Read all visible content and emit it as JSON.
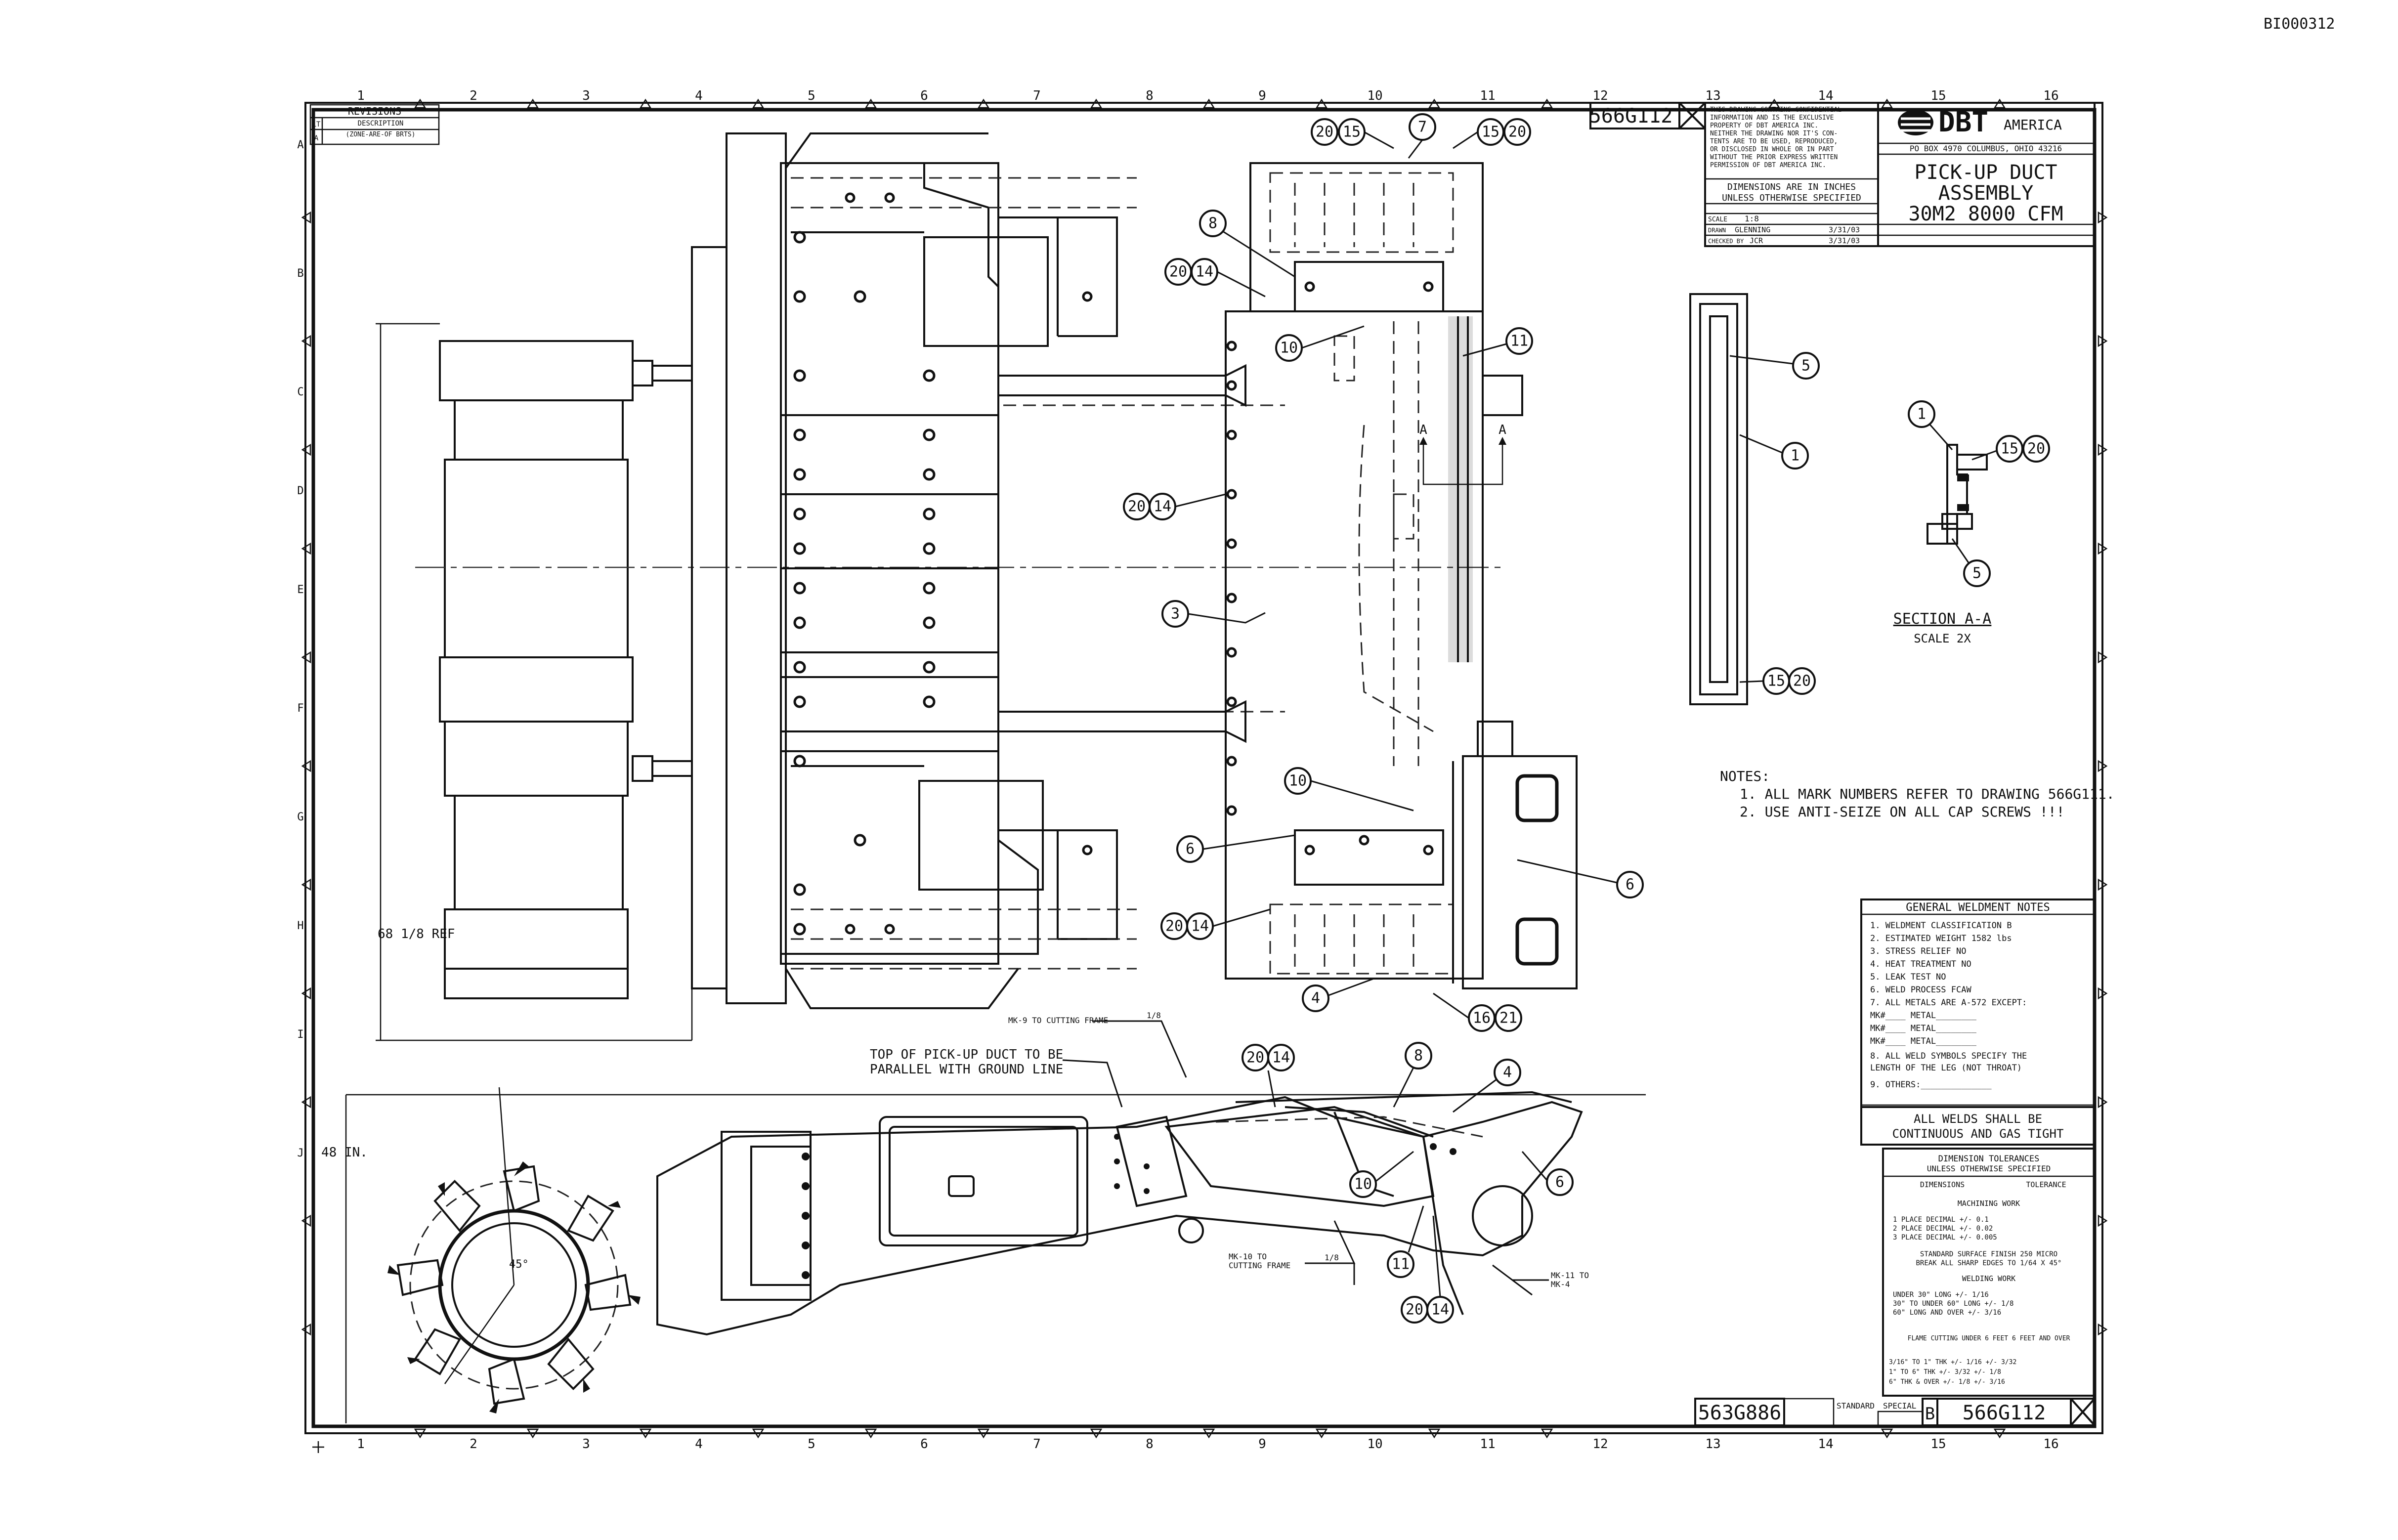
{
  "doc_id": "BI000312",
  "revisions": {
    "title": "REVISIONS",
    "col_lt": "LT",
    "col_desc": "DESCRIPTION",
    "col_sub": "(ZONE-ARE-OF BRTS)",
    "row_mark": "A"
  },
  "grid": {
    "top_columns": [
      "1",
      "2",
      "3",
      "4",
      "5",
      "6",
      "7",
      "8",
      "9",
      "10",
      "11",
      "12",
      "13",
      "14",
      "15",
      "16"
    ],
    "side_rows": [
      "A",
      "B",
      "C",
      "D",
      "E",
      "F",
      "G",
      "H",
      "I",
      "J"
    ]
  },
  "title_block": {
    "top_number": "566G112",
    "proprietary_note": [
      "THIS DRAWING CONTAINS CONFIDENTIAL",
      "INFORMATION AND IS THE EXCLUSIVE",
      "PROPERTY OF DBT AMERICA INC.",
      "NEITHER THE DRAWING NOR IT'S CON-",
      "TENTS ARE TO BE USED, REPRODUCED,",
      "OR DISCLOSED IN WHOLE OR IN PART",
      "WITHOUT THE PRIOR EXPRESS WRITTEN",
      "PERMISSION OF DBT AMERICA INC."
    ],
    "dimensions_note": [
      "DIMENSIONS ARE IN INCHES",
      "UNLESS OTHERWISE SPECIFIED"
    ],
    "scale_label": "SCALE",
    "scale_value": "1:8",
    "drawn_label": "DRAWN",
    "drawn_value": "GLENNING",
    "date_value": "3/31/03",
    "checked_label": "CHECKED BY",
    "checked_value": "JCR",
    "approved_date": "3/31/03",
    "company": "DBT",
    "company_sub": "AMERICA",
    "address": "PO BOX 4970   COLUMBUS, OHIO 43216",
    "title_lines": [
      "PICK-UP DUCT",
      "ASSEMBLY",
      "30M2 8000 CFM"
    ],
    "bottom_ref": "563G886",
    "bottom_std": "STANDARD",
    "bottom_special": "SPECIAL",
    "bottom_size": "B",
    "bottom_number": "566G112"
  },
  "notes": {
    "heading": "NOTES:",
    "items": [
      "1. ALL MARK NUMBERS REFER TO DRAWING 566G111.",
      "2. USE ANTI-SEIZE ON ALL CAP SCREWS !!!"
    ]
  },
  "section": {
    "label": "SECTION A-A",
    "scale": "SCALE 2X",
    "cut_mark": "A"
  },
  "weldment": {
    "title": "GENERAL WELDMENT NOTES",
    "items": [
      "1. WELDMENT CLASSIFICATION  B",
      "2. ESTIMATED WEIGHT   1582 lbs",
      "3. STRESS RELIEF       NO",
      "4. HEAT TREATMENT      NO",
      "5. LEAK TEST           NO",
      "6. WELD PROCESS        FCAW",
      "7. ALL METALS ARE A-572 EXCEPT:",
      "   MK#____ METAL________",
      "   MK#____ METAL________",
      "   MK#____ METAL________",
      "8. ALL WELD SYMBOLS SPECIFY THE",
      "   LENGTH OF THE LEG (NOT THROAT)",
      "9. OTHERS:______________"
    ],
    "footer": [
      "ALL WELDS SHALL BE",
      "CONTINUOUS AND GAS TIGHT"
    ]
  },
  "tolerances": {
    "title": [
      "DIMENSION TOLERANCES",
      "UNLESS OTHERWISE SPECIFIED"
    ],
    "col_dim": "DIMENSIONS",
    "col_tol": "TOLERANCE",
    "machining": "MACHINING WORK",
    "machining_rows": [
      "1 PLACE DECIMAL    +/-  0.1",
      "2 PLACE DECIMAL    +/-  0.02",
      "3 PLACE DECIMAL    +/-  0.005"
    ],
    "finish": [
      "STANDARD SURFACE FINISH 250 MICRO",
      "BREAK ALL SHARP EDGES TO 1/64 X 45°"
    ],
    "welding": "WELDING WORK",
    "welding_rows": [
      "UNDER 30\" LONG         +/-  1/16",
      "30\" TO UNDER 60\" LONG  +/-  1/8",
      "60\" LONG AND OVER      +/-  3/16"
    ],
    "flame_header": "FLAME CUTTING   UNDER 6 FEET   6 FEET AND OVER",
    "flame_rows": [
      "3/16\" TO 1\" THK  +/- 1/16  +/- 3/32",
      "1\" TO 6\" THK     +/- 3/32  +/- 1/8",
      "6\" THK & OVER     +/- 1/8   +/- 3/16"
    ]
  },
  "dims": {
    "ref": "68 1/8 REF",
    "height": "48 IN.",
    "angle": "45°"
  },
  "callouts": {
    "top_parallel": [
      "TOP OF PICK-UP DUCT TO BE",
      "PARALLEL WITH GROUND LINE"
    ],
    "weld_cut_frame_top": "MK-9 TO CUTTING FRAME",
    "weld_cut_frame_low": [
      "MK-10 TO",
      "CUTTING FRAME"
    ],
    "weld_mk11": [
      "MK-11 TO",
      "MK-4"
    ],
    "weld_sym": "1/8"
  },
  "balloons": {
    "b1": "1",
    "b3": "3",
    "b4": "4",
    "b5": "5",
    "b6": "6",
    "b7": "7",
    "b8": "8",
    "b10": "10",
    "b11": "11",
    "b14": "14",
    "b15": "15",
    "b16": "16",
    "b20": "20",
    "b21": "21"
  }
}
